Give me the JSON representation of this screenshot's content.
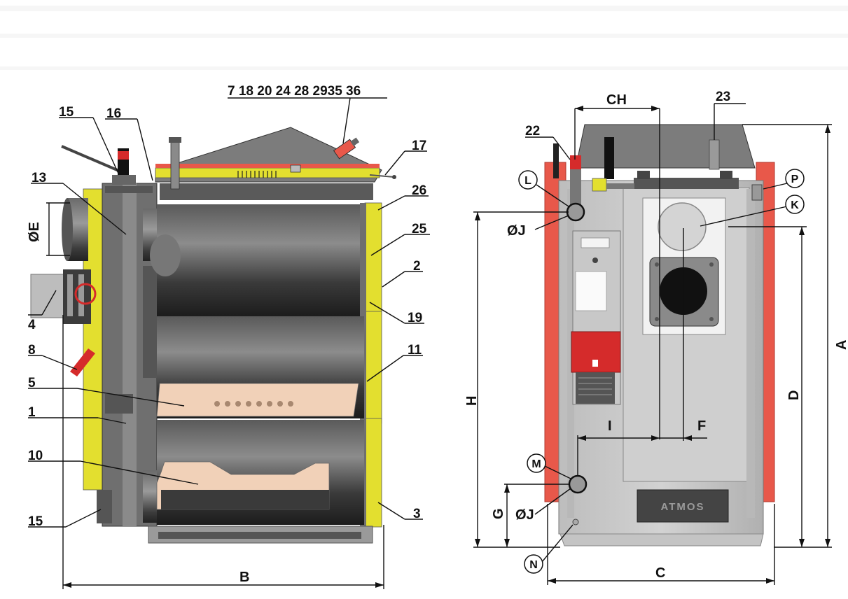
{
  "front_view": {
    "top_callout": "7 18 20 24 28 2935 36",
    "callouts": {
      "c15_top": "15",
      "c16": "16",
      "c13": "13",
      "c17": "17",
      "c26": "26",
      "c25": "25",
      "c2": "2",
      "c19": "19",
      "c4": "4",
      "c8": "8",
      "c11": "11",
      "c5": "5",
      "c1": "1",
      "c10": "10",
      "c15_bottom": "15",
      "c3": "3"
    },
    "dims": {
      "oe": "ØE",
      "b": "B"
    }
  },
  "rear_view": {
    "callouts": {
      "c22": "22",
      "c23": "23"
    },
    "circles": {
      "l": "L",
      "p": "P",
      "k": "K",
      "m": "M",
      "n": "N"
    },
    "dims": {
      "ch": "CH",
      "oj_top": "ØJ",
      "oj_bottom": "ØJ",
      "a": "A",
      "d": "D",
      "h": "H",
      "i": "I",
      "f": "F",
      "g": "G",
      "c": "C"
    },
    "brand_plate": "ATMOS"
  },
  "colors": {
    "boiler_body": "#3d3d3d",
    "insulation_yellow": "#e3df2f",
    "casing_red": "#e8584a",
    "refractory": "#f1d1b8",
    "sheet_metal": "#c4c4c4"
  }
}
